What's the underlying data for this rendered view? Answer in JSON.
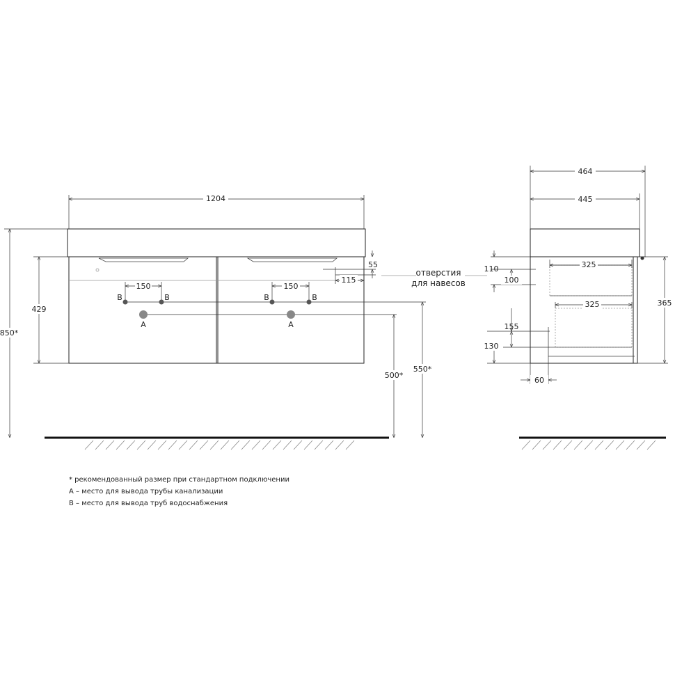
{
  "front": {
    "width": "1204",
    "height_429": "429",
    "height_850": "850*",
    "h_500": "500*",
    "h_550": "550*",
    "d_55": "55",
    "d_115": "115",
    "d_150_left": "150",
    "d_150_right": "150",
    "b": "B",
    "a": "A"
  },
  "hanging_note": [
    "отверстия",
    "для навесов"
  ],
  "side": {
    "d_464": "464",
    "d_445": "445",
    "d_110": "110",
    "d_100": "100",
    "d_325_top": "325",
    "d_325_bottom": "325",
    "d_365": "365",
    "d_155": "155",
    "d_130": "130",
    "d_60": "60"
  },
  "notes": [
    "* рекомендованный размер при стандартном подключении",
    "А – место для вывода трубы канализации",
    "В – место для вывода труб водоснабжения"
  ]
}
